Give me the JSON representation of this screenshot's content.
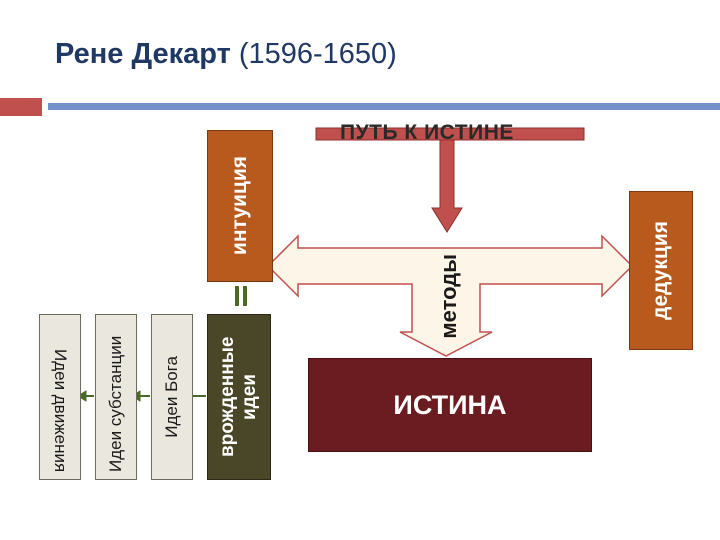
{
  "title": {
    "name": "Рене Декарт",
    "dates": "(1596-1650)"
  },
  "path_label": "ПУТЬ К ИСТИНЕ",
  "intuition": "интуиция",
  "deduction": "дедукция",
  "methods": "методы",
  "truth": "ИСТИНА",
  "innate_ideas": "врожденные идеи",
  "idea_boxes": [
    {
      "label": "Идеи Бога"
    },
    {
      "label": "Идеи субстанции"
    },
    {
      "label": "Идеи движения"
    }
  ],
  "colors": {
    "title": "#1f3864",
    "accent_bar": "#c0504d",
    "rule": "#5b7fbf",
    "rust": "#b85a1e",
    "olive": "#4a4628",
    "maroon": "#6b1c20",
    "arrow_fill": "#fdf5e8",
    "arrow_stroke": "#c0504d",
    "connector": "#4b6a2a"
  }
}
